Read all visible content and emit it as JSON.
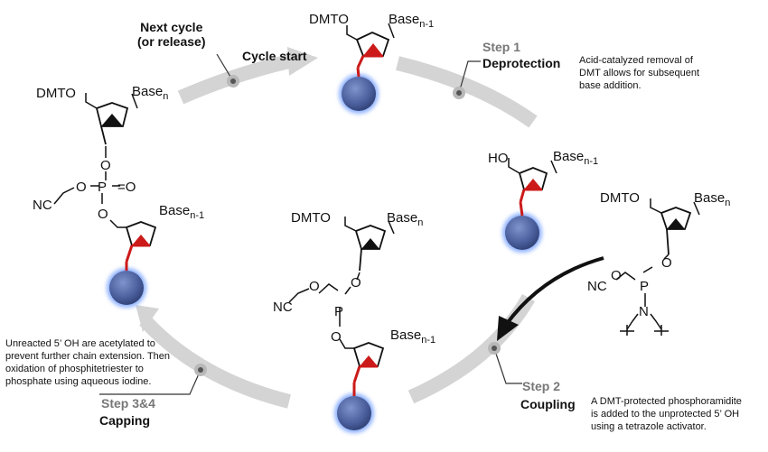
{
  "cycle": {
    "next_cycle": [
      "Next cycle",
      "(or release)"
    ],
    "cycle_start": "Cycle start",
    "step1": {
      "step": "Step 1",
      "name": "Deprotection",
      "desc": [
        "Acid-catalyzed removal of",
        "DMT allows for subsequent",
        "base addition."
      ]
    },
    "step2": {
      "step": "Step 2",
      "name": "Coupling",
      "desc": [
        "A DMT-protected phosphoramidite",
        "is added to the unprotected 5’ OH",
        "using a tetrazole activator."
      ]
    },
    "step34": {
      "step": "Step 3&4",
      "name": "Capping",
      "desc": [
        "Unreacted 5’ OH are acetylated to",
        "prevent further chain extension. Then",
        "oxidation of phosphitetriester to",
        "phosphate using aqueous iodine."
      ]
    }
  },
  "chem": {
    "dmto": "DMTO",
    "ho": "HO",
    "base": "Base",
    "sub_n": "n",
    "sub_n1": "n-1",
    "o": "O",
    "p": "P",
    "n": "N",
    "nc": "NC",
    "eq_o": "=O"
  },
  "colors": {
    "ring_red": "#cc1a1a",
    "bead": "#4a5e9c",
    "bead_glow": "#8fb2ff",
    "arrow": "#d0d0d0"
  }
}
